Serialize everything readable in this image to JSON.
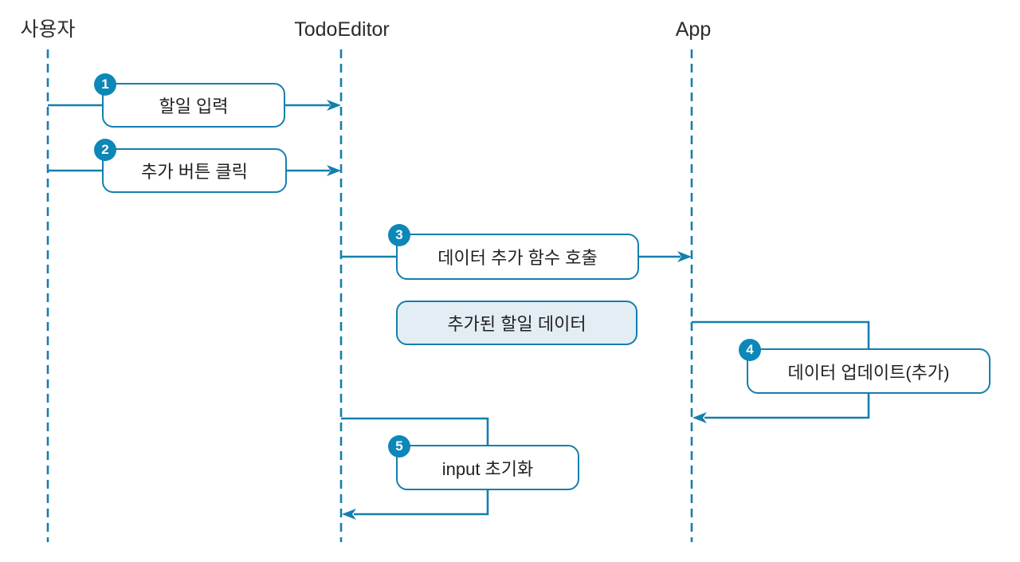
{
  "actors": [
    {
      "label": "사용자"
    },
    {
      "label": "TodoEditor"
    },
    {
      "label": "App"
    }
  ],
  "messages": [
    {
      "number": "1",
      "label": "할일 입력",
      "from": "사용자",
      "to": "TodoEditor"
    },
    {
      "number": "2",
      "label": "추가 버튼 클릭",
      "from": "사용자",
      "to": "TodoEditor"
    },
    {
      "number": "3",
      "label": "데이터 추가 함수 호출",
      "from": "TodoEditor",
      "to": "App"
    },
    {
      "number": "4",
      "label": "데이터 업데이트(추가)",
      "from": "App",
      "to": "App"
    },
    {
      "number": "5",
      "label": "input 초기화",
      "from": "TodoEditor",
      "to": "TodoEditor"
    }
  ],
  "note": {
    "label": "추가된 할일 데이터"
  },
  "colors": {
    "stroke": "#147fad",
    "badge": "#0d87b8",
    "note-fill": "#e2edf4",
    "box-fill": "#ffffff",
    "text": "#212121",
    "bg": "#ffffff"
  }
}
